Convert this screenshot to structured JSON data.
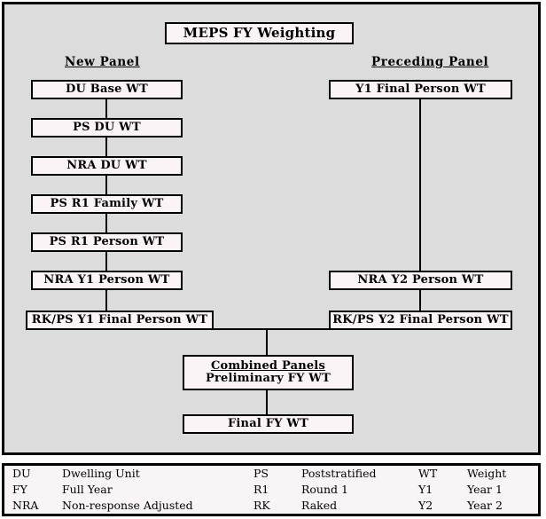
{
  "title": {
    "label": "MEPS FY Weighting"
  },
  "columns": {
    "left_header": "New Panel",
    "right_header": "Preceding Panel"
  },
  "nodes": {
    "du_base_wt": "DU Base WT",
    "ps_du_wt": "PS DU WT",
    "nra_du_wt": "NRA DU WT",
    "ps_r1_family_wt": "PS R1 Family WT",
    "ps_r1_person_wt": "PS R1 Person WT",
    "nra_y1_person_wt": "NRA Y1 Person WT",
    "rkps_y1_final_person_wt": "RK/PS Y1 Final Person WT",
    "y1_final_person_wt": "Y1 Final Person WT",
    "nra_y2_person_wt": "NRA Y2 Person WT",
    "rkps_y2_final_person_wt": "RK/PS Y2 Final Person WT",
    "combined_panels_line1": "Combined Panels",
    "combined_panels_line2": "Preliminary  FY WT",
    "final_fy_wt": "Final FY WT"
  },
  "legend": {
    "rows": [
      {
        "abbr1": "DU",
        "def1": "Dwelling Unit",
        "abbr2": "PS",
        "def2": "Poststratified",
        "abbr3": "WT",
        "def3": "Weight"
      },
      {
        "abbr1": "FY",
        "def1": "Full Year",
        "abbr2": "R1",
        "def2": "Round 1",
        "abbr3": "Y1",
        "def3": "Year 1"
      },
      {
        "abbr1": "NRA",
        "def1": "Non-response Adjusted",
        "abbr2": "RK",
        "def2": "Raked",
        "abbr3": "Y2",
        "def3": "Year 2"
      }
    ]
  },
  "colors": {
    "panel_background": "#dcdcdc",
    "node_fill": "#faf4f6",
    "stroke": "#000000"
  }
}
